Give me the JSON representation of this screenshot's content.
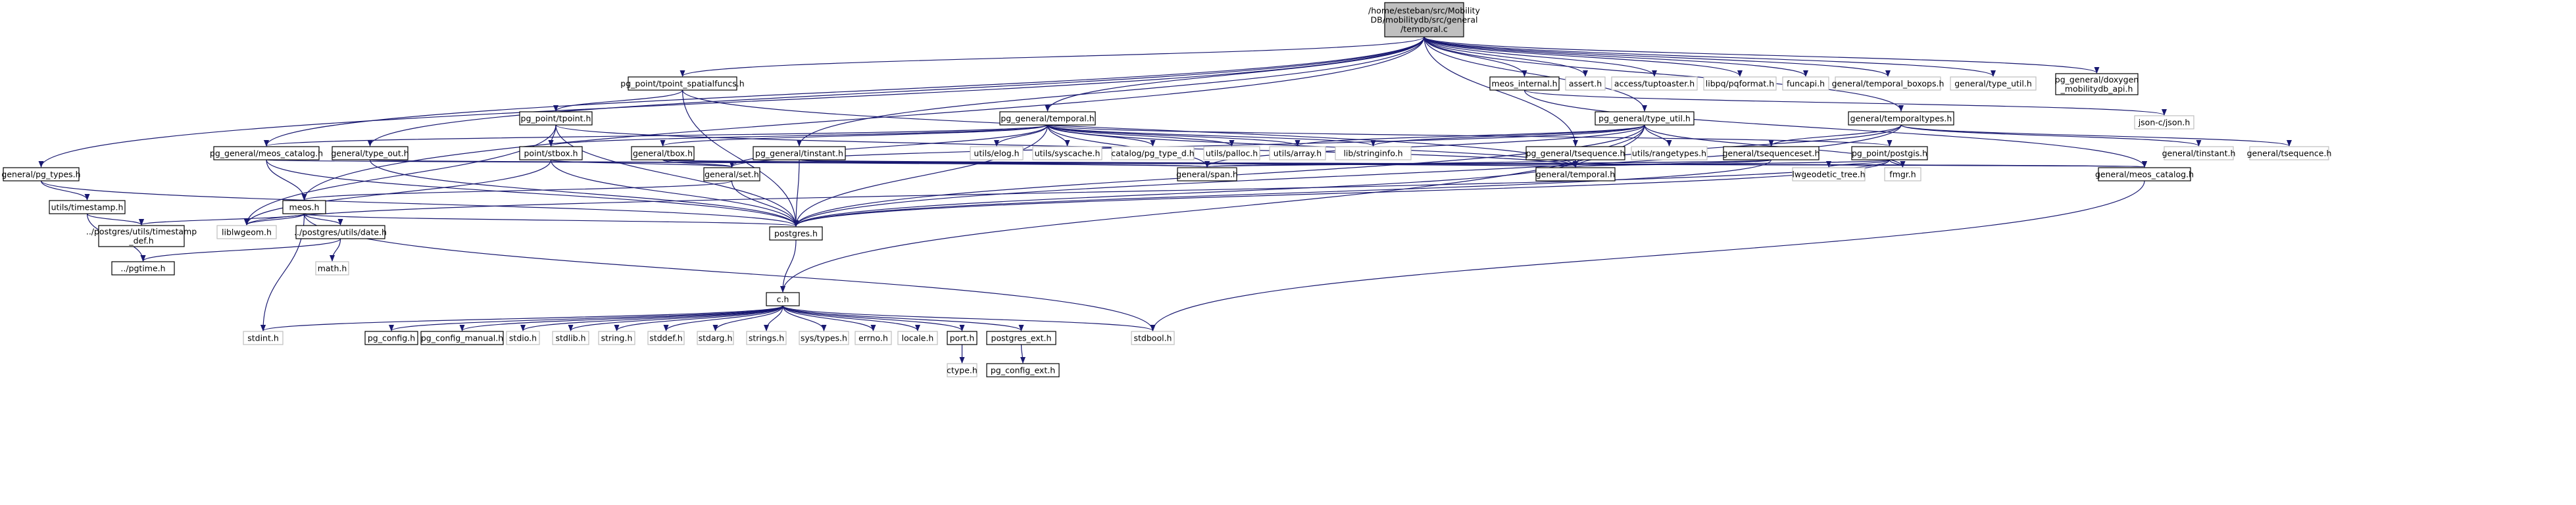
{
  "colors": {
    "edge": "#191970",
    "node_border": "#000000",
    "external_border": "#bfbfbf",
    "root_fill": "#bfbfbf"
  },
  "nodes": [
    {
      "id": "root",
      "lines": [
        "/home/esteban/src/Mobility",
        "DB/mobilitydb/src/general",
        "/temporal.c"
      ],
      "style": "root"
    },
    {
      "id": "tpoint_spatialfuncs",
      "lines": [
        "pg_point/tpoint_spatialfuncs.h"
      ],
      "style": "normal"
    },
    {
      "id": "meos_internal",
      "lines": [
        "meos_internal.h"
      ],
      "style": "normal"
    },
    {
      "id": "assert",
      "lines": [
        "assert.h"
      ],
      "style": "gray"
    },
    {
      "id": "tuptoaster",
      "lines": [
        "access/tuptoaster.h"
      ],
      "style": "gray"
    },
    {
      "id": "pqformat",
      "lines": [
        "libpq/pqformat.h"
      ],
      "style": "gray"
    },
    {
      "id": "funcapi",
      "lines": [
        "funcapi.h"
      ],
      "style": "gray"
    },
    {
      "id": "temporal_boxops",
      "lines": [
        "general/temporal_boxops.h"
      ],
      "style": "gray"
    },
    {
      "id": "type_util_gen",
      "lines": [
        "general/type_util.h"
      ],
      "style": "gray"
    },
    {
      "id": "doxygen",
      "lines": [
        "pg_general/doxygen",
        "_mobilitydb_api.h"
      ],
      "style": "normal"
    },
    {
      "id": "json",
      "lines": [
        "json-c/json.h"
      ],
      "style": "gray"
    },
    {
      "id": "tpoint",
      "lines": [
        "pg_point/tpoint.h"
      ],
      "style": "normal"
    },
    {
      "id": "pg_temporal",
      "lines": [
        "pg_general/temporal.h"
      ],
      "style": "normal"
    },
    {
      "id": "pg_type_util",
      "lines": [
        "pg_general/type_util.h"
      ],
      "style": "normal"
    },
    {
      "id": "temporaltypes",
      "lines": [
        "general/temporaltypes.h"
      ],
      "style": "normal"
    },
    {
      "id": "pg_meos_catalog",
      "lines": [
        "pg_general/meos_catalog.h"
      ],
      "style": "normal"
    },
    {
      "id": "type_out",
      "lines": [
        "general/type_out.h"
      ],
      "style": "normal"
    },
    {
      "id": "stbox",
      "lines": [
        "point/stbox.h"
      ],
      "style": "normal"
    },
    {
      "id": "tbox",
      "lines": [
        "general/tbox.h"
      ],
      "style": "normal"
    },
    {
      "id": "tinstant_pg",
      "lines": [
        "pg_general/tinstant.h"
      ],
      "style": "normal"
    },
    {
      "id": "elog",
      "lines": [
        "utils/elog.h"
      ],
      "style": "gray"
    },
    {
      "id": "syscache",
      "lines": [
        "utils/syscache.h"
      ],
      "style": "gray"
    },
    {
      "id": "pg_type_d",
      "lines": [
        "catalog/pg_type_d.h"
      ],
      "style": "gray"
    },
    {
      "id": "palloc",
      "lines": [
        "utils/palloc.h"
      ],
      "style": "gray"
    },
    {
      "id": "array",
      "lines": [
        "utils/array.h"
      ],
      "style": "gray"
    },
    {
      "id": "stringinfo",
      "lines": [
        "lib/stringinfo.h"
      ],
      "style": "gray"
    },
    {
      "id": "rangetypes",
      "lines": [
        "utils/rangetypes.h"
      ],
      "style": "gray"
    },
    {
      "id": "tsequence_pg",
      "lines": [
        "pg_general/tsequence.h"
      ],
      "style": "normal"
    },
    {
      "id": "tsequenceset",
      "lines": [
        "general/tsequenceset.h"
      ],
      "style": "normal"
    },
    {
      "id": "postgis",
      "lines": [
        "pg_point/postgis.h"
      ],
      "style": "normal"
    },
    {
      "id": "tinstant_gen",
      "lines": [
        "general/tinstant.h"
      ],
      "style": "gray"
    },
    {
      "id": "tsequence_gen",
      "lines": [
        "general/tsequence.h"
      ],
      "style": "gray"
    },
    {
      "id": "pg_types",
      "lines": [
        "general/pg_types.h"
      ],
      "style": "normal"
    },
    {
      "id": "gen_meos_catalog",
      "lines": [
        "general/meos_catalog.h"
      ],
      "style": "normal"
    },
    {
      "id": "set",
      "lines": [
        "general/set.h"
      ],
      "style": "normal"
    },
    {
      "id": "span",
      "lines": [
        "general/span.h"
      ],
      "style": "normal"
    },
    {
      "id": "gen_temporal",
      "lines": [
        "general/temporal.h"
      ],
      "style": "normal"
    },
    {
      "id": "lwgeodetic",
      "lines": [
        "lwgeodetic_tree.h"
      ],
      "style": "gray"
    },
    {
      "id": "fmgr",
      "lines": [
        "fmgr.h"
      ],
      "style": "gray"
    },
    {
      "id": "timestamp",
      "lines": [
        "utils/timestamp.h"
      ],
      "style": "normal"
    },
    {
      "id": "meos",
      "lines": [
        "meos.h"
      ],
      "style": "normal"
    },
    {
      "id": "liblwgeom",
      "lines": [
        "liblwgeom.h"
      ],
      "style": "gray"
    },
    {
      "id": "ts_def",
      "lines": [
        "../postgres/utils/timestamp",
        "_def.h"
      ],
      "style": "normal"
    },
    {
      "id": "date",
      "lines": [
        "../postgres/utils/date.h"
      ],
      "style": "normal"
    },
    {
      "id": "postgres",
      "lines": [
        "postgres.h"
      ],
      "style": "normal"
    },
    {
      "id": "math",
      "lines": [
        "math.h"
      ],
      "style": "gray"
    },
    {
      "id": "pgtime",
      "lines": [
        "../pgtime.h"
      ],
      "style": "normal"
    },
    {
      "id": "c",
      "lines": [
        "c.h"
      ],
      "style": "normal"
    },
    {
      "id": "stdint",
      "lines": [
        "stdint.h"
      ],
      "style": "gray"
    },
    {
      "id": "pg_config",
      "lines": [
        "pg_config.h"
      ],
      "style": "normal"
    },
    {
      "id": "pg_config_manual",
      "lines": [
        "pg_config_manual.h"
      ],
      "style": "normal"
    },
    {
      "id": "stdio",
      "lines": [
        "stdio.h"
      ],
      "style": "gray"
    },
    {
      "id": "stdlib",
      "lines": [
        "stdlib.h"
      ],
      "style": "gray"
    },
    {
      "id": "string",
      "lines": [
        "string.h"
      ],
      "style": "gray"
    },
    {
      "id": "stddef",
      "lines": [
        "stddef.h"
      ],
      "style": "gray"
    },
    {
      "id": "stdarg",
      "lines": [
        "stdarg.h"
      ],
      "style": "gray"
    },
    {
      "id": "strings",
      "lines": [
        "strings.h"
      ],
      "style": "gray"
    },
    {
      "id": "systypes",
      "lines": [
        "sys/types.h"
      ],
      "style": "gray"
    },
    {
      "id": "errno",
      "lines": [
        "errno.h"
      ],
      "style": "gray"
    },
    {
      "id": "locale",
      "lines": [
        "locale.h"
      ],
      "style": "gray"
    },
    {
      "id": "port",
      "lines": [
        "port.h"
      ],
      "style": "normal"
    },
    {
      "id": "postgres_ext",
      "lines": [
        "postgres_ext.h"
      ],
      "style": "normal"
    },
    {
      "id": "stdbool",
      "lines": [
        "stdbool.h"
      ],
      "style": "gray"
    },
    {
      "id": "ctype",
      "lines": [
        "ctype.h"
      ],
      "style": "gray"
    },
    {
      "id": "pg_config_ext",
      "lines": [
        "pg_config_ext.h"
      ],
      "style": "normal"
    }
  ],
  "edges": [
    [
      "root",
      "tpoint_spatialfuncs"
    ],
    [
      "root",
      "meos_internal"
    ],
    [
      "root",
      "assert"
    ],
    [
      "root",
      "tuptoaster"
    ],
    [
      "root",
      "pqformat"
    ],
    [
      "root",
      "funcapi"
    ],
    [
      "root",
      "temporal_boxops"
    ],
    [
      "root",
      "type_util_gen"
    ],
    [
      "root",
      "doxygen"
    ],
    [
      "root",
      "pg_temporal"
    ],
    [
      "root",
      "pg_type_util"
    ],
    [
      "root",
      "temporaltypes"
    ],
    [
      "root",
      "pg_meos_catalog"
    ],
    [
      "root",
      "type_out"
    ],
    [
      "root",
      "tinstant_pg"
    ],
    [
      "root",
      "tsequence_pg"
    ],
    [
      "root",
      "pg_types"
    ],
    [
      "root",
      "meos"
    ],
    [
      "tpoint_spatialfuncs",
      "tpoint"
    ],
    [
      "tpoint_spatialfuncs",
      "postgres"
    ],
    [
      "tpoint_spatialfuncs",
      "gen_temporal"
    ],
    [
      "meos_internal",
      "json"
    ],
    [
      "meos_internal",
      "gen_meos_catalog"
    ],
    [
      "tpoint",
      "stbox"
    ],
    [
      "tpoint",
      "liblwgeom"
    ],
    [
      "tpoint",
      "gen_temporal"
    ],
    [
      "tpoint",
      "postgres"
    ],
    [
      "pg_temporal",
      "stbox"
    ],
    [
      "pg_temporal",
      "tbox"
    ],
    [
      "pg_temporal",
      "elog"
    ],
    [
      "pg_temporal",
      "syscache"
    ],
    [
      "pg_temporal",
      "pg_type_d"
    ],
    [
      "pg_temporal",
      "palloc"
    ],
    [
      "pg_temporal",
      "array"
    ],
    [
      "pg_temporal",
      "stringinfo"
    ],
    [
      "pg_temporal",
      "pg_meos_catalog"
    ],
    [
      "pg_temporal",
      "set"
    ],
    [
      "pg_temporal",
      "span"
    ],
    [
      "pg_temporal",
      "gen_temporal"
    ],
    [
      "pg_temporal",
      "postgis"
    ],
    [
      "pg_temporal",
      "postgres"
    ],
    [
      "pg_type_util",
      "array"
    ],
    [
      "pg_type_util",
      "stringinfo"
    ],
    [
      "pg_type_util",
      "rangetypes"
    ],
    [
      "pg_type_util",
      "set"
    ],
    [
      "pg_type_util",
      "span"
    ],
    [
      "pg_type_util",
      "gen_temporal"
    ],
    [
      "pg_type_util",
      "fmgr"
    ],
    [
      "pg_type_util",
      "postgres"
    ],
    [
      "temporaltypes",
      "tsequenceset"
    ],
    [
      "temporaltypes",
      "tinstant_gen"
    ],
    [
      "temporaltypes",
      "tsequence_gen"
    ],
    [
      "temporaltypes",
      "gen_temporal"
    ],
    [
      "temporaltypes",
      "postgres"
    ],
    [
      "pg_meos_catalog",
      "meos"
    ],
    [
      "pg_meos_catalog",
      "gen_meos_catalog"
    ],
    [
      "pg_meos_catalog",
      "postgres"
    ],
    [
      "type_out",
      "gen_meos_catalog"
    ],
    [
      "type_out",
      "postgres"
    ],
    [
      "stbox",
      "set"
    ],
    [
      "stbox",
      "liblwgeom"
    ],
    [
      "stbox",
      "postgres"
    ],
    [
      "tbox",
      "set"
    ],
    [
      "tbox",
      "span"
    ],
    [
      "tbox",
      "gen_meos_catalog"
    ],
    [
      "tinstant_pg",
      "gen_meos_catalog"
    ],
    [
      "tinstant_pg",
      "span"
    ],
    [
      "tinstant_pg",
      "gen_temporal"
    ],
    [
      "tinstant_pg",
      "postgres"
    ],
    [
      "tsequence_pg",
      "span"
    ],
    [
      "tsequence_pg",
      "gen_temporal"
    ],
    [
      "tsequence_pg",
      "postgres"
    ],
    [
      "tsequenceset",
      "span"
    ],
    [
      "tsequenceset",
      "gen_temporal"
    ],
    [
      "tsequenceset",
      "postgres"
    ],
    [
      "postgis",
      "lwgeodetic"
    ],
    [
      "postgis",
      "liblwgeom"
    ],
    [
      "postgis",
      "fmgr"
    ],
    [
      "postgis",
      "gen_temporal"
    ],
    [
      "postgis",
      "postgres"
    ],
    [
      "pg_types",
      "timestamp"
    ],
    [
      "pg_types",
      "postgres"
    ],
    [
      "gen_meos_catalog",
      "stdbool"
    ],
    [
      "set",
      "meos"
    ],
    [
      "set",
      "postgres"
    ],
    [
      "timestamp",
      "ts_def"
    ],
    [
      "timestamp",
      "pgtime"
    ],
    [
      "meos",
      "liblwgeom"
    ],
    [
      "meos",
      "ts_def"
    ],
    [
      "meos",
      "date"
    ],
    [
      "meos",
      "postgres"
    ],
    [
      "meos",
      "stdint"
    ],
    [
      "meos",
      "stdbool"
    ],
    [
      "date",
      "pgtime"
    ],
    [
      "date",
      "math"
    ],
    [
      "postgres",
      "c"
    ],
    [
      "c",
      "stdint"
    ],
    [
      "c",
      "pg_config"
    ],
    [
      "c",
      "pg_config_manual"
    ],
    [
      "c",
      "stdio"
    ],
    [
      "c",
      "stdlib"
    ],
    [
      "c",
      "string"
    ],
    [
      "c",
      "stddef"
    ],
    [
      "c",
      "stdarg"
    ],
    [
      "c",
      "strings"
    ],
    [
      "c",
      "systypes"
    ],
    [
      "c",
      "errno"
    ],
    [
      "c",
      "locale"
    ],
    [
      "c",
      "port"
    ],
    [
      "c",
      "postgres_ext"
    ],
    [
      "c",
      "stdbool"
    ],
    [
      "port",
      "ctype"
    ],
    [
      "postgres_ext",
      "pg_config_ext"
    ],
    [
      "pg_type_util",
      "c"
    ]
  ]
}
